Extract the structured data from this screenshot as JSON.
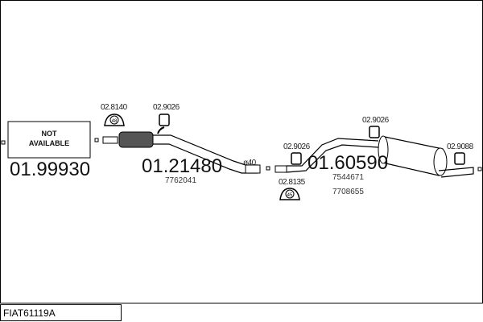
{
  "diagram_code": "FIAT61119A",
  "parts": [
    {
      "part_number": "01.99930",
      "label_lines": [
        "NOT",
        "AVAILABLE"
      ]
    },
    {
      "part_number": "01.21480",
      "oe_numbers": [
        "7762041"
      ],
      "diameter_label": "ø40"
    },
    {
      "part_number": "01.60590",
      "oe_numbers": [
        "7544671",
        "7708655"
      ]
    }
  ],
  "accessories": [
    {
      "ref": "02.8140",
      "mark": "48"
    },
    {
      "ref": "02.9026"
    },
    {
      "ref": "02.9026"
    },
    {
      "ref": "02.8135",
      "mark": "45"
    },
    {
      "ref": "02.9026"
    },
    {
      "ref": "02.9088"
    }
  ]
}
